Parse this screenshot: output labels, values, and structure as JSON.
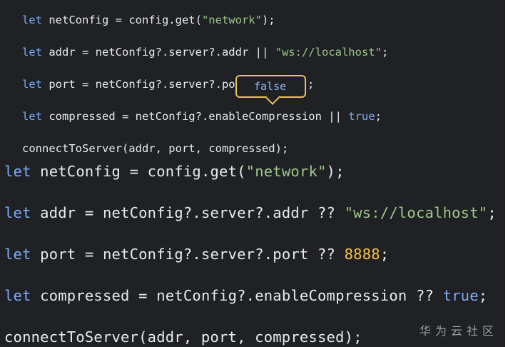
{
  "top_code": {
    "line1": {
      "kw": "let",
      "rest_a": " netConfig = config.get(",
      "str": "\"network\"",
      "rest_b": ");"
    },
    "line2": {
      "kw": "let",
      "rest_a": " addr = netConfig?.server?.addr || ",
      "str": "\"ws://localhost\"",
      "rest_b": ";"
    },
    "line3": {
      "kw": "let",
      "rest_a": " port = netConfig?.server?.po",
      "rest_b": ";"
    },
    "line4": {
      "kw": "let",
      "rest_a": " compressed = netConfig?.enableCompression || ",
      "bool": "true",
      "rest_b": ";"
    },
    "line5": {
      "text": "connectToServer(addr, port, compressed);"
    }
  },
  "tooltip": {
    "value": "false"
  },
  "bottom_code": {
    "line1": {
      "kw": "let",
      "rest_a": " netConfig = config.get(",
      "str": "\"network\"",
      "rest_b": ");"
    },
    "line2": {
      "kw": "let",
      "rest_a": " addr = netConfig?.server?.addr ?? ",
      "str": "\"ws://localhost\"",
      "rest_b": ";"
    },
    "line3": {
      "kw": "let",
      "rest_a": " port = netConfig?.server?.port ?? ",
      "num": "8888",
      "rest_b": ";"
    },
    "line4": {
      "kw": "let",
      "rest_a": " compressed = netConfig?.enableCompression ?? ",
      "bool": "true",
      "rest_b": ";"
    },
    "line5": {
      "text": "connectToServer(addr, port, compressed);"
    }
  },
  "watermark": {
    "text": "华为云社区"
  },
  "colors": {
    "background": "#202124",
    "keyword": "#7cacf8",
    "string": "#9cc88a",
    "number": "#f6c04a",
    "tooltip_border": "#e9c15d",
    "text": "#e8eaed"
  }
}
